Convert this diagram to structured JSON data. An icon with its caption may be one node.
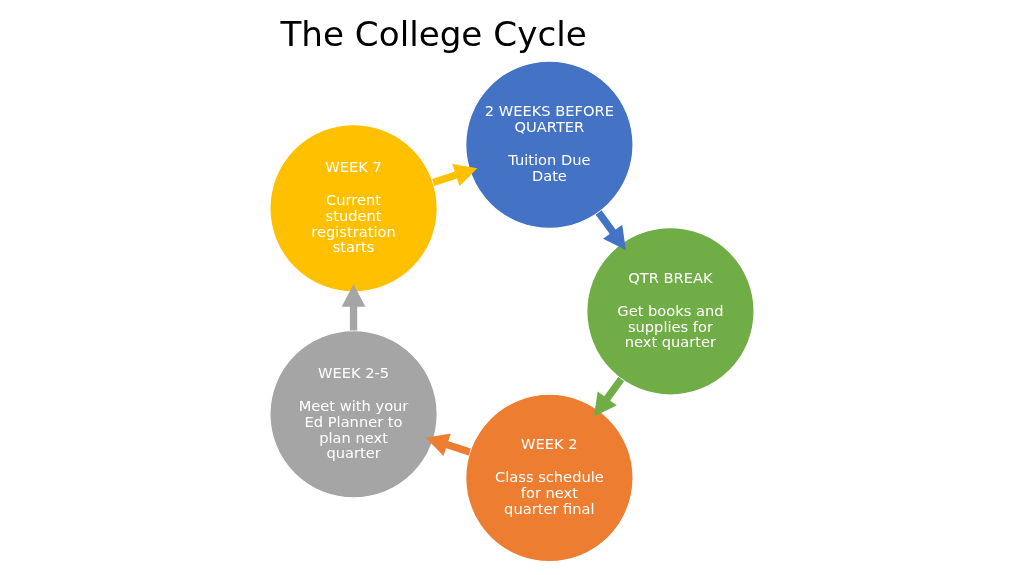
{
  "diagram": {
    "title": "The College Cycle",
    "nodes": [
      {
        "text": [
          "WEEK 2",
          "Class schedule for next quarter final"
        ]
      },
      {
        "text": [
          "WEEK 2-5",
          "Meet with your Ed Planner to plan next quarter"
        ]
      },
      {
        "text": [
          "WEEK 7",
          "Current student registration starts"
        ]
      },
      {
        "text": [
          "2 WEEKS BEFORE QUARTER",
          "Tuition Due Date"
        ]
      },
      {
        "text": [
          "QTR BREAK",
          "Get books and supplies for next quarter"
        ]
      }
    ],
    "edges": [
      {
        "from": 0,
        "to": 1,
        "arrow": "to",
        "color": "#ed7d31"
      },
      {
        "from": 1,
        "to": 2,
        "arrow": "to",
        "color": "#a5a5a5"
      },
      {
        "from": 2,
        "to": 3,
        "arrow": "to",
        "color": "#ffc000"
      },
      {
        "from": 3,
        "to": 4,
        "arrow": "to",
        "color": "#4472c4"
      },
      {
        "from": 4,
        "to": 0,
        "arrow": "to",
        "color": "#70ad47"
      }
    ]
  }
}
